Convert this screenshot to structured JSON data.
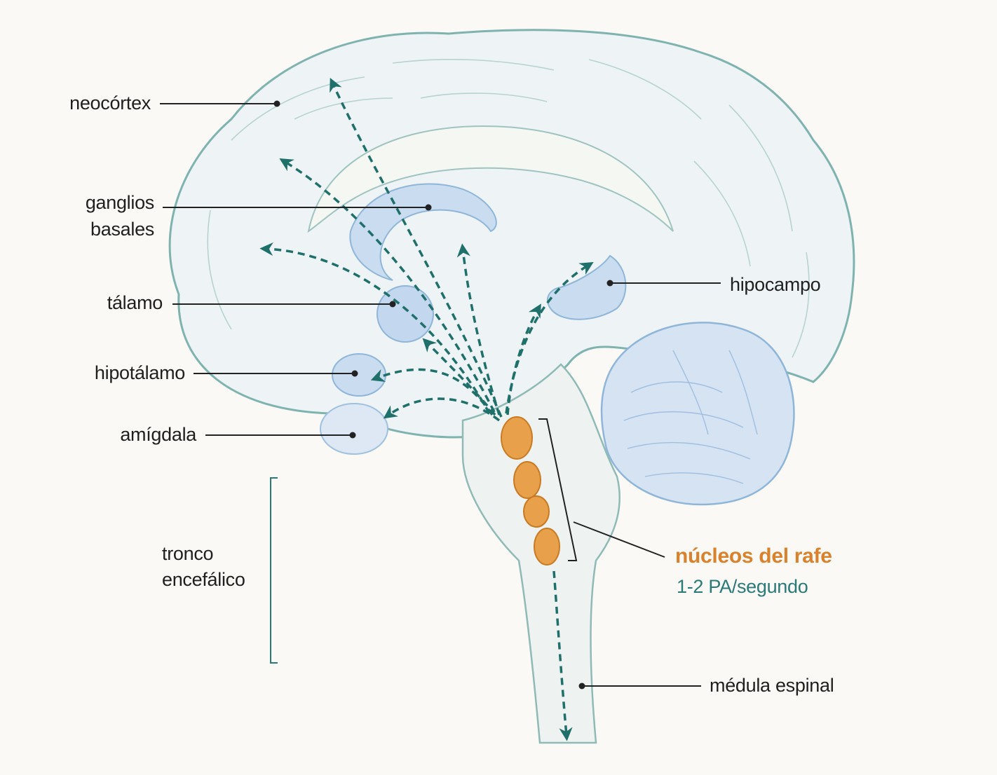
{
  "labels": {
    "neocortex": "neocórtex",
    "ganglios_l1": "ganglios",
    "ganglios_l2": "basales",
    "talamo": "tálamo",
    "hipotalamo": "hipotálamo",
    "amigdala": "amígdala",
    "tronco_l1": "tronco",
    "tronco_l2": "encefálico",
    "hipocampo": "hipocampo",
    "raphe_title": "núcleos del rafe",
    "raphe_rate": "1-2 PA/segundo",
    "medula": "médula espinal"
  },
  "colors": {
    "outline": "#7fb3b0",
    "structure_fill": "#c9dcf0",
    "arrow": "#1f6f6a",
    "raphe": "#e8a04a",
    "leader": "#222222"
  }
}
